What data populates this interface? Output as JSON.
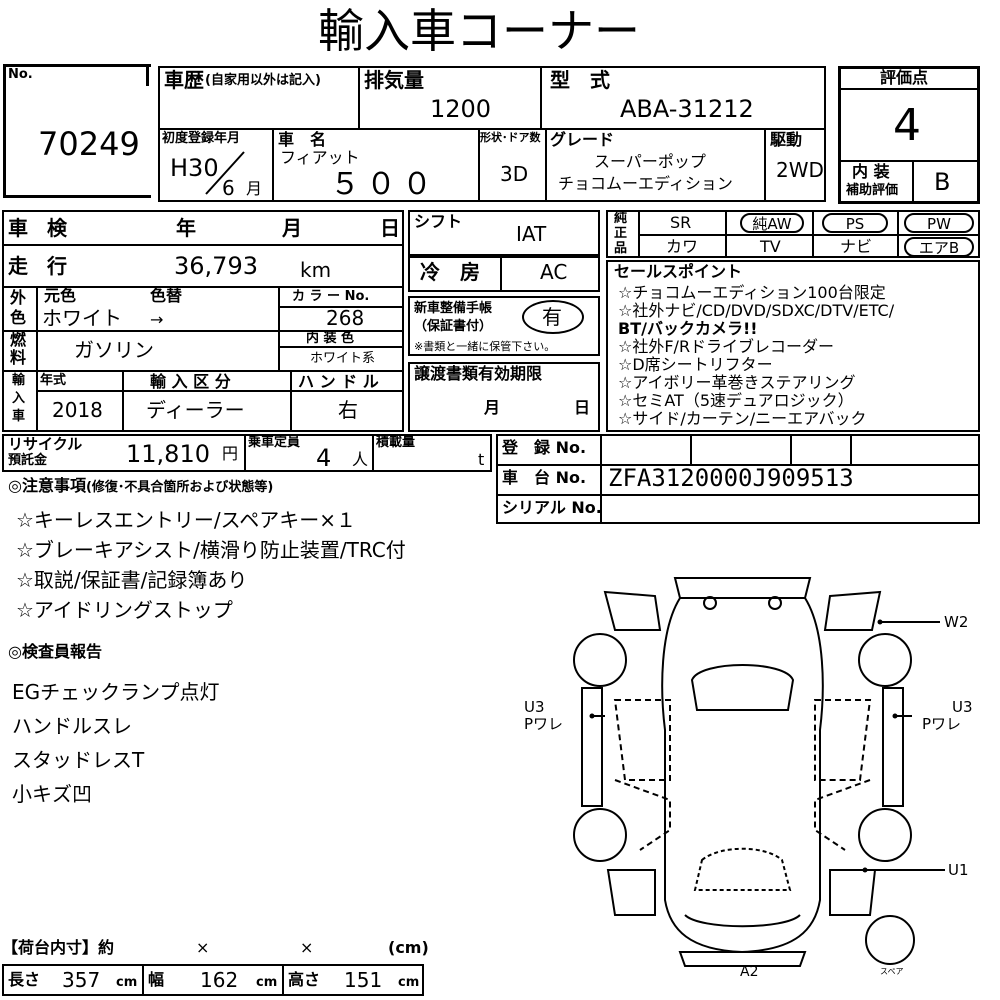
{
  "title": "輸入車コーナー",
  "no_label": "No.",
  "lot_no": "70249",
  "history_label": "車歴",
  "history_note": "(自家用以外は記入)",
  "displacement_label": "排気量",
  "displacement": "1200",
  "model_label": "型　式",
  "model": "ABA-31212",
  "score_label": "評価点",
  "score": "4",
  "interior_label": "内 装",
  "interior_sub": "補助評価",
  "interior_grade": "B",
  "first_reg_label": "初度登録年月",
  "first_reg_year": "H30",
  "first_reg_month": "6",
  "month_unit": "月",
  "car_name_label": "車　名",
  "maker": "フィアット",
  "car_name": "５００",
  "body_label": "形状･ドア数",
  "body": "3D",
  "grade_label": "グレード",
  "grade_line1": "スーパーポップ",
  "grade_line2": "チョコムーエディション",
  "drive_label": "駆動",
  "drive": "2WD",
  "inspection_label": "車 検",
  "year_label": "年",
  "month_label": "月",
  "day_label": "日",
  "shift_label": "シフト",
  "shift": "IAT",
  "equip_label": [
    "純",
    "正",
    "品"
  ],
  "equip": [
    "SR",
    "純AW",
    "PS",
    "PW",
    "カワ",
    "TV",
    "ナビ",
    "エアB"
  ],
  "mileage_label": "走 行",
  "mileage": "36,793",
  "mileage_unit": "km",
  "ac_label": "冷　房",
  "ac": "AC",
  "sales_label": "セールスポイント",
  "sales_points": [
    "☆チョコムーエディション100台限定",
    "☆社外ナビ/CD/DVD/SDXC/DTV/ETC/",
    "BT/バックカメラ!!",
    "☆社外F/Rドライブレコーダー",
    "☆D席シートリフター",
    "☆アイボリー革巻きステアリング",
    "☆セミAT（5速デュアロジック）",
    "☆サイド/カーテン/ニーエアバック"
  ],
  "color_side_label": [
    "外",
    "色"
  ],
  "orig_color_label": "元色",
  "repaint_label": "色替",
  "color": "ホワイト",
  "arrow": "→",
  "color_no_label": "カ ラ ー No.",
  "color_no": "268",
  "service_label_1": "新車整備手帳",
  "service_label_2": "（保証書付）",
  "service": "有",
  "service_note": "※書類と一緒に保管下さい。",
  "fuel_label": [
    "燃",
    "料"
  ],
  "fuel": "ガソリン",
  "int_color_label": "内 装 色",
  "int_color": "ホワイト系",
  "import_side_label": [
    "輸",
    "入",
    "車"
  ],
  "model_year_label": "年式",
  "model_year": "2018",
  "import_type_label": "輸 入 区 分",
  "import_type": "ディーラー",
  "handle_label": "ハ ン ド ル",
  "handle": "右",
  "transfer_label": "譲渡書類有効期限",
  "recycle_label_1": "リサイクル",
  "recycle_label_2": "預託金",
  "recycle": "11,810",
  "yen": "円",
  "capacity_label": "乗車定員",
  "capacity": "4",
  "person_unit": "人",
  "load_label": "積載量",
  "ton_unit": "t",
  "reg_no_label": "登　録 No.",
  "chassis_label": "車　台 No.",
  "chassis": "ZFA3120000J909513",
  "serial_label": "シリアル No.",
  "notes_head": "◎注意事項",
  "notes_head_sub": "(修復･不具合箇所および状態等)",
  "notes": [
    "☆キーレスエントリー/スペアキー×１",
    "☆ブレーキアシスト/横滑り防止装置/TRC付",
    "☆取説/保証書/記録簿あり",
    "☆アイドリングストップ"
  ],
  "inspector_head": "◎検査員報告",
  "inspector": [
    "EGチェックランプ点灯",
    "ハンドルスレ",
    "スタッドレスT",
    "小キズ凹"
  ],
  "diagram_marks": {
    "w2": "W2",
    "u3_left": [
      "U3",
      "Pワレ"
    ],
    "u3_right": [
      "U3",
      "Pワレ"
    ],
    "u1": "U1",
    "a2": "A2",
    "spare": "スペア"
  },
  "cargo_label": "【荷台内寸】約",
  "cargo_x": "×",
  "cargo_unit": "(cm)",
  "length_label": "長さ",
  "length": "357",
  "width_label": "幅",
  "width": "162",
  "height_label": "高さ",
  "height": "151",
  "cm": "cm"
}
